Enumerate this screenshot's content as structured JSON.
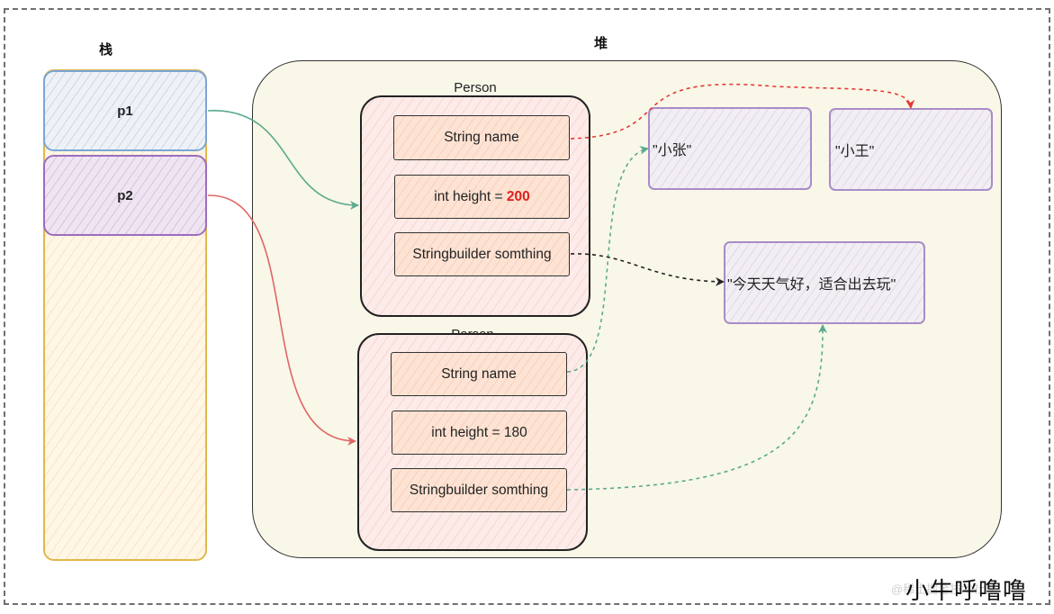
{
  "labels": {
    "stack": "栈",
    "heap": "堆"
  },
  "stack": {
    "p1": "p1",
    "p2": "p2"
  },
  "persons": [
    {
      "title": "Person",
      "name_field": "String name",
      "height_prefix": "int height = ",
      "height_value": "200",
      "sb_field": "Stringbuilder somthing"
    },
    {
      "title": "Person",
      "name_field": "String name",
      "height_prefix": "int height = ",
      "height_value": "180",
      "sb_field": "Stringbuilder somthing"
    }
  ],
  "strings": {
    "zhang": "\"小张\"",
    "wang": "\"小王\"",
    "today": "\"今天天气好，适合出去玩\""
  },
  "colors": {
    "p1_arrow": "#5aaa8c",
    "p2_arrow": "#e06666",
    "name_arrow_1": "#e53935",
    "name_arrow_2": "#5aaa8c",
    "sb_arrow_1": "#222222",
    "sb_arrow_2": "#5aaa8c",
    "highlight_value": "#e02020"
  },
  "watermark": {
    "small": "@稀土掘金技术社区",
    "big": "小牛呼噜噜"
  }
}
